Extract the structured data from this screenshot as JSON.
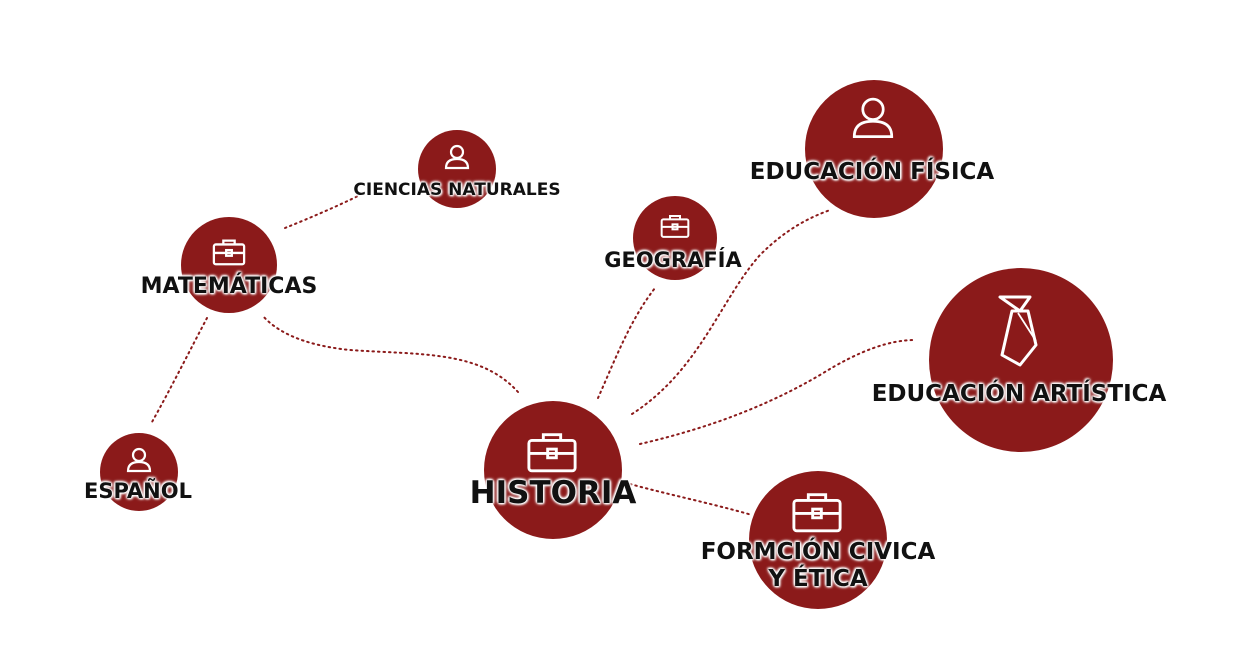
{
  "colors": {
    "node": "#8b1a1a",
    "edge": "#8b1a1a",
    "icon": "#ffffff",
    "text": "#111111"
  },
  "nodes": {
    "historia": {
      "label": "HISTORIA",
      "icon": "briefcase-icon"
    },
    "matematicas": {
      "label": "MATEMÁTICAS",
      "icon": "briefcase-icon"
    },
    "ciencias_naturales": {
      "label": "CIENCIAS NATURALES",
      "icon": "user-icon"
    },
    "espanol": {
      "label": "ESPAÑOL",
      "icon": "user-icon"
    },
    "geografia": {
      "label": "GEOGRAFÍA",
      "icon": "briefcase-icon"
    },
    "educacion_fisica": {
      "label": "EDUCACIÓN FÍSICA",
      "icon": "user-icon"
    },
    "educacion_artistica": {
      "label": "EDUCACIÓN ARTÍSTICA",
      "icon": "tie-icon"
    },
    "formacion_civica": {
      "label_line1": "FORMCIÓN CIVICA",
      "label_line2": "Y ÉTICA",
      "icon": "briefcase-icon"
    }
  },
  "edges": [
    [
      "historia",
      "matematicas"
    ],
    [
      "historia",
      "geografia"
    ],
    [
      "historia",
      "educacion_fisica"
    ],
    [
      "historia",
      "educacion_artistica"
    ],
    [
      "historia",
      "formacion_civica"
    ],
    [
      "matematicas",
      "ciencias_naturales"
    ],
    [
      "matematicas",
      "espanol"
    ]
  ]
}
